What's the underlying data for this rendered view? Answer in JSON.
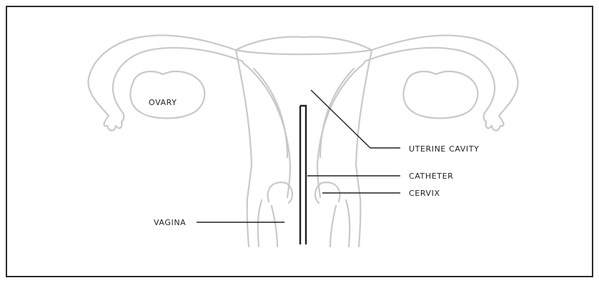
{
  "labels": {
    "ovary": "OVARY",
    "uterine_cavity": "UTERINE CAVITY",
    "catheter": "CATHETER",
    "cervix": "CERVIX",
    "vagina": "VAGINA"
  },
  "colors": {
    "anatomy_outline": "#c9c9c9",
    "leader_line": "#222222",
    "frame_border": "#2a2a2a"
  }
}
